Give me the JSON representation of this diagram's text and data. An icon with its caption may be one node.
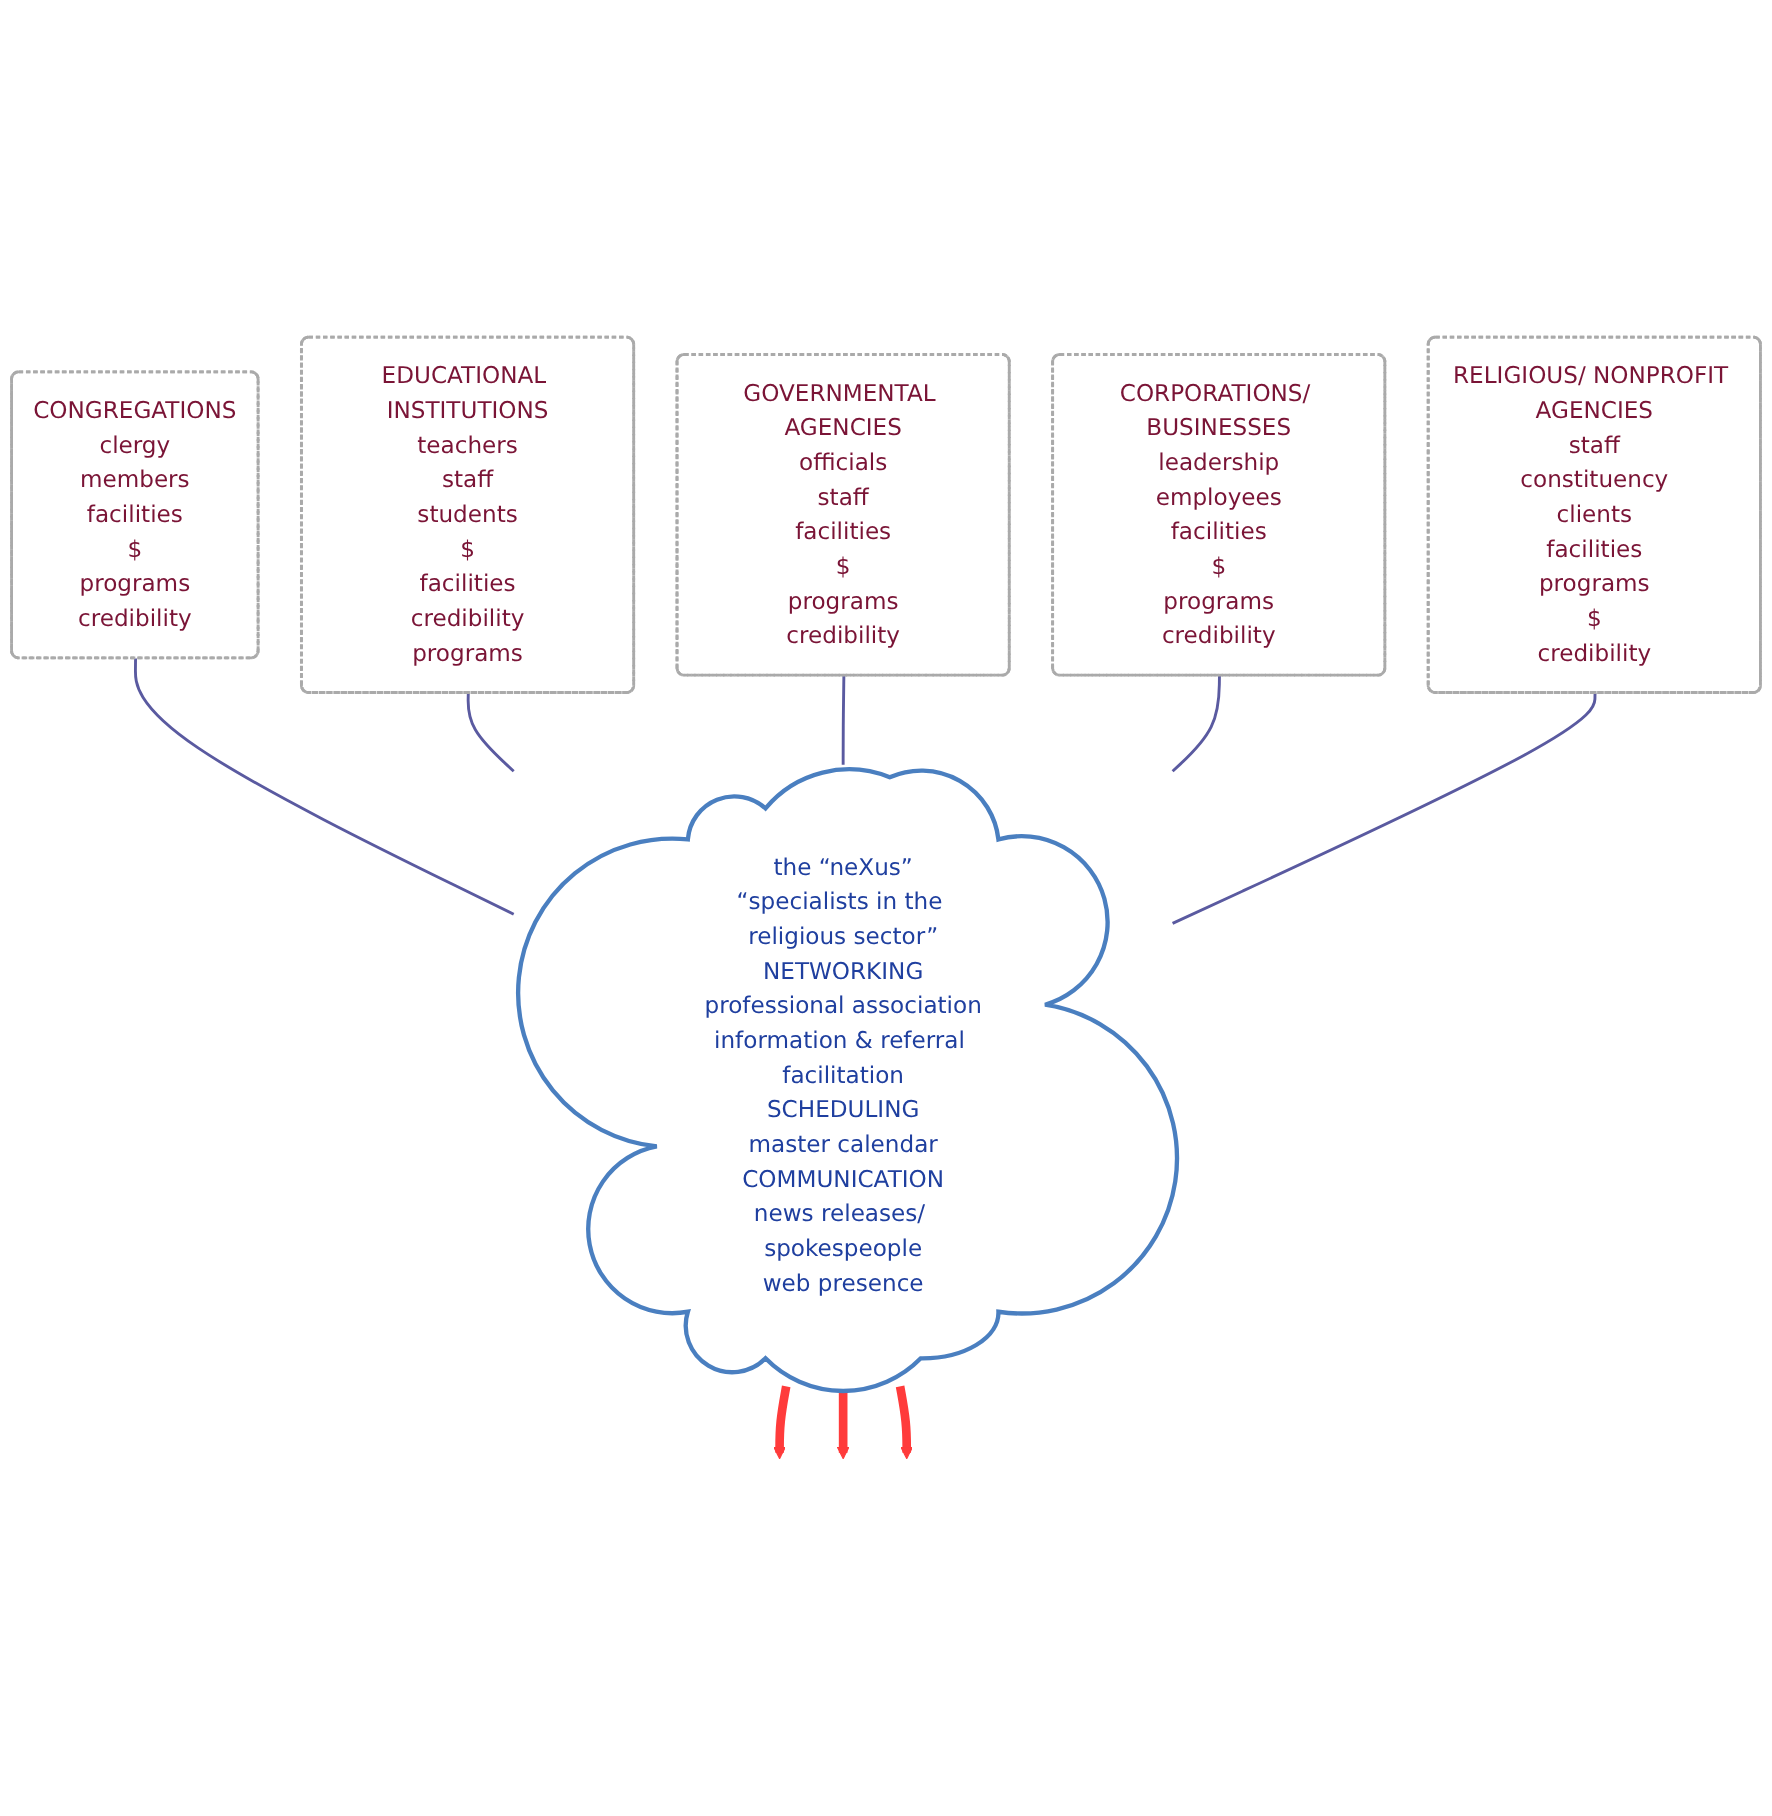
{
  "diagram": {
    "nodes": [
      {
        "text": [
          "CONGREGATIONS",
          "clergy",
          "members",
          "facilities",
          "$",
          "programs",
          "credibility"
        ]
      },
      {
        "text": [
          "EDUCATIONAL INSTITUTIONS",
          "teachers",
          "staff",
          "students",
          "$",
          "facilities",
          "credibility",
          "programs"
        ]
      },
      {
        "text": [
          "GOVERNMENTAL AGENCIES",
          "officials",
          "staff",
          "facilities",
          "$",
          "programs",
          "credibility"
        ]
      },
      {
        "text": [
          "CORPORATIONS/ BUSINESSES",
          "leadership",
          "employees",
          "facilities",
          "$",
          "programs",
          "credibility"
        ]
      },
      {
        "text": [
          "RELIGIOUS/ NONPROFIT AGENCIES",
          "staff",
          "constituency",
          "clients",
          "facilities",
          "programs",
          "$",
          "credibility"
        ]
      },
      {
        "text": [
          "the “neXus”",
          "“specialists in the religious sector”",
          "NETWORKING",
          "professional association",
          "information & referral facilitation",
          "SCHEDULING",
          "master calendar",
          "COMMUNICATION",
          "news releases/ spokespeople",
          "web presence"
        ]
      }
    ],
    "edges": [
      {
        "from": 0,
        "to": 5,
        "arrow": "none"
      },
      {
        "from": 1,
        "to": 5,
        "arrow": "none"
      },
      {
        "from": 2,
        "to": 5,
        "arrow": "none"
      },
      {
        "from": 3,
        "to": 5,
        "arrow": "none"
      },
      {
        "from": 4,
        "to": 5,
        "arrow": "none"
      },
      {
        "from": 5,
        "to": null,
        "arrow": "to",
        "style": "thick",
        "color": "#ff3b3b"
      },
      {
        "from": 5,
        "to": null,
        "arrow": "to",
        "style": "thick",
        "color": "#ff3b3b"
      },
      {
        "from": 5,
        "to": null,
        "arrow": "to",
        "style": "thick",
        "color": "#ff3b3b"
      }
    ]
  }
}
